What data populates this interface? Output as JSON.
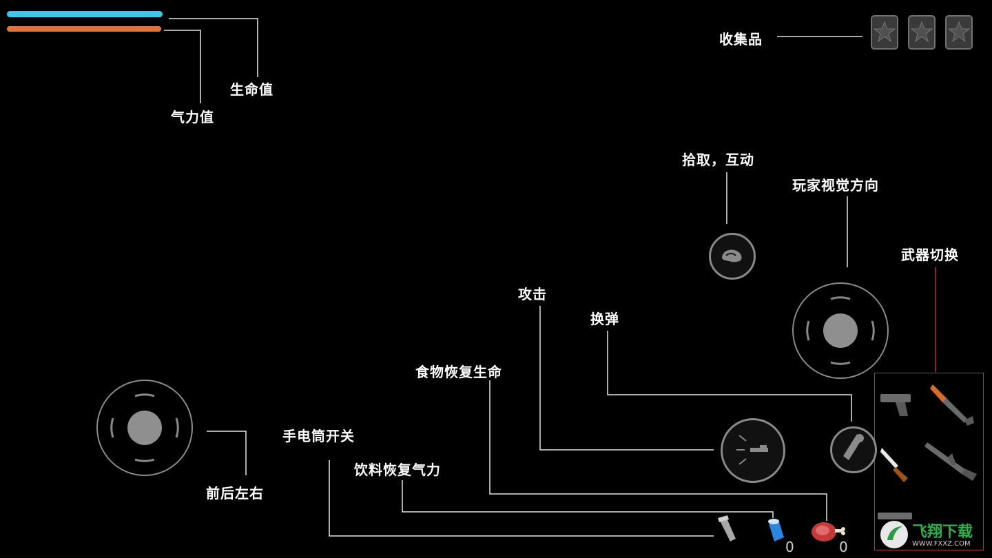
{
  "hud": {
    "health_label": "生命值",
    "stamina_label": "气力值",
    "health_color": "#3cc8e6",
    "stamina_color": "#e0743a",
    "health_level": 1.0,
    "stamina_level": 1.0
  },
  "collectibles": {
    "label": "收集品",
    "slots": [
      "star-icon",
      "star-icon",
      "star-icon"
    ]
  },
  "controls": {
    "pickup_label": "拾取，互动",
    "view_label": "玩家视觉方向",
    "weapon_switch_label": "武器切换",
    "attack_label": "攻击",
    "reload_label": "换弹",
    "food_label": "食物恢复生命",
    "flashlight_label": "手电筒开关",
    "drink_label": "饮料恢复气力",
    "move_label": "前后左右"
  },
  "inventory": {
    "flashlight_icon": "flashlight-icon",
    "drink_icon": "drink-can-icon",
    "drink_count": "0",
    "food_icon": "meat-icon",
    "food_count": "0"
  },
  "weapons": [
    "pistol-icon",
    "shotgun-icon",
    "knife-icon",
    "rifle-icon",
    "gun-icon"
  ],
  "watermark": {
    "brand": "飞翔下载",
    "url": "WWW.FXXZ.COM"
  },
  "colors": {
    "background": "#000000",
    "line": "#ffffff",
    "weapon_line": "#b03a2e"
  }
}
